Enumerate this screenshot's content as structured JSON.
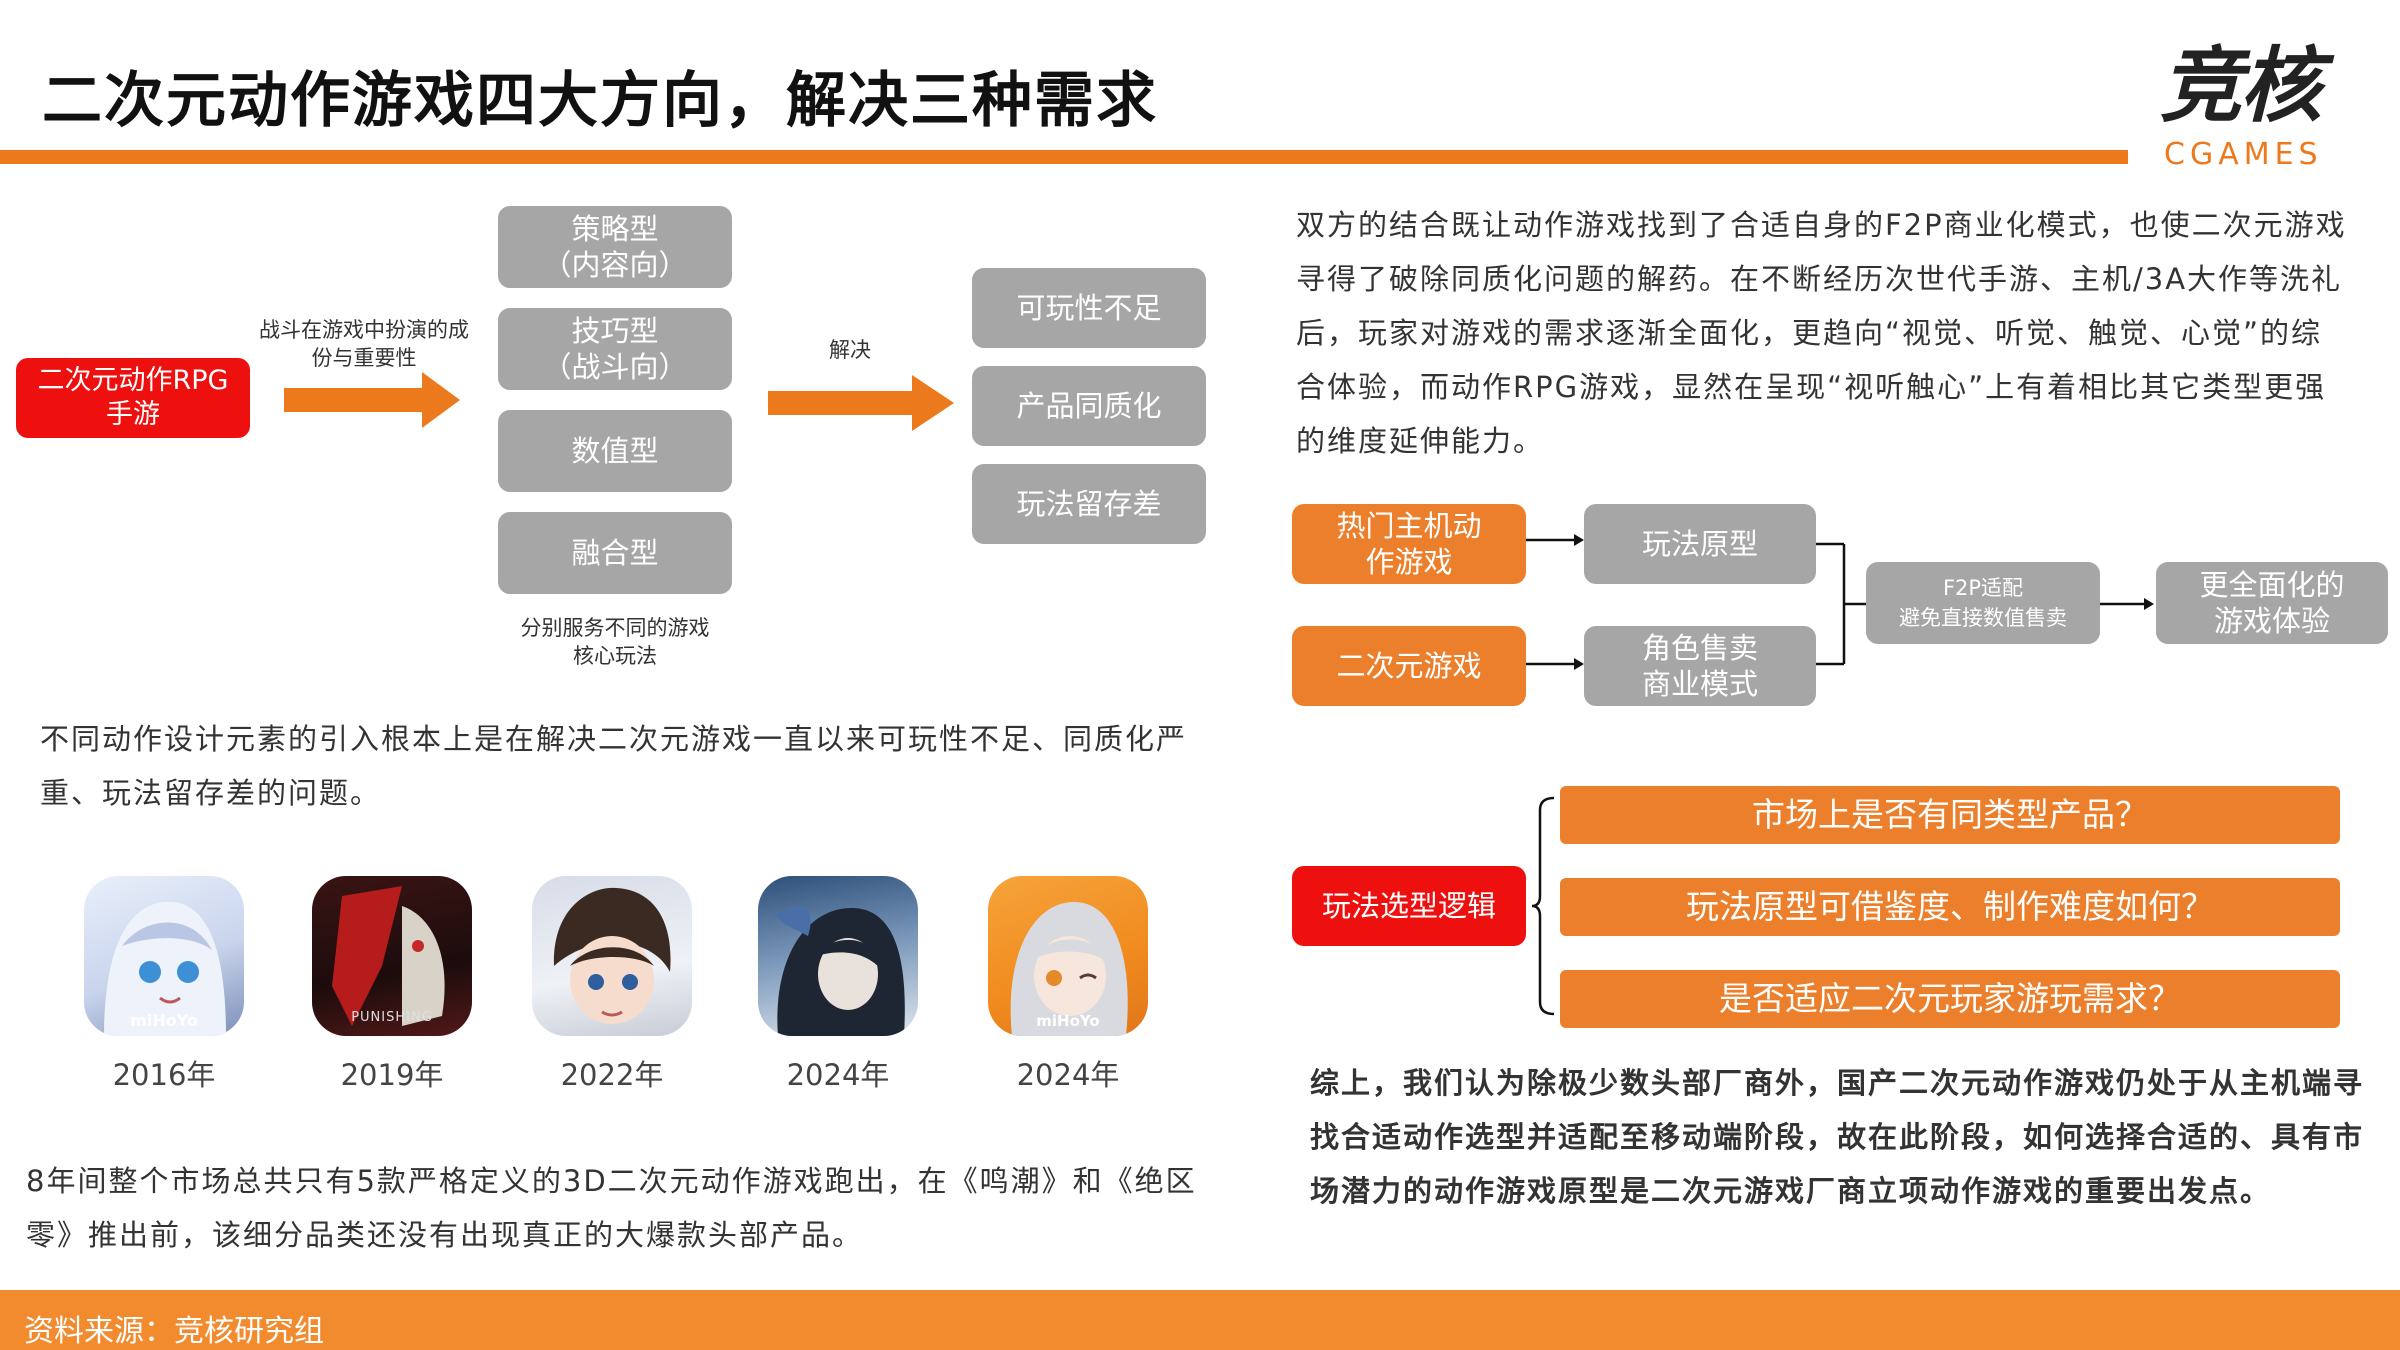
{
  "header": {
    "title": "二次元动作游戏四大方向，解决三种需求",
    "logo_main": "竞核",
    "logo_sub": "CGAMES"
  },
  "left_flow": {
    "source": "二次元动作RPG手游",
    "arrow1_label": "战斗在游戏中扮演的成份与重要性",
    "types": [
      {
        "line1": "策略型",
        "line2": "（内容向）"
      },
      {
        "line1": "技巧型",
        "line2": "（战斗向）"
      },
      {
        "line1": "数值型",
        "line2": ""
      },
      {
        "line1": "融合型",
        "line2": ""
      }
    ],
    "types_note": "分别服务不同的游戏核心玩法",
    "arrow2_label": "解决",
    "problems": [
      "可玩性不足",
      "产品同质化",
      "玩法留存差"
    ]
  },
  "left_paragraph": "不同动作设计元素的引入根本上是在解决二次元游戏一直以来可玩性不足、同质化严重、玩法留存差的问题。",
  "app_icons": [
    {
      "icon": "honkai-impact-3-icon",
      "year": "2016年",
      "brand": "miHoYo"
    },
    {
      "icon": "punishing-gray-raven-icon",
      "year": "2019年",
      "brand": "PUNISHING"
    },
    {
      "icon": "arknights-icon",
      "year": "2022年",
      "brand": ""
    },
    {
      "icon": "wuthering-waves-icon",
      "year": "2024年",
      "brand": ""
    },
    {
      "icon": "zenless-zone-zero-icon",
      "year": "2024年",
      "brand": "miHoYo"
    }
  ],
  "left_bottom_paragraph": "8年间整个市场总共只有5款严格定义的3D二次元动作游戏跑出，在《鸣潮》和《绝区零》推出前，该细分品类还没有出现真正的大爆款头部产品。",
  "right_paragraph": "双方的结合既让动作游戏找到了合适自身的F2P商业化模式，也使二次元游戏寻得了破除同质化问题的解药。在不断经历次世代手游、主机/3A大作等洗礼后，玩家对游戏的需求逐渐全面化，更趋向“视觉、听觉、触觉、心觉”的综合体验，而动作RPG游戏，显然在呈现“视听触心”上有着相比其它类型更强的维度延伸能力。",
  "right_flow": {
    "input1": "热门主机动作游戏",
    "input2": "二次元游戏",
    "mid1": "玩法原型",
    "mid2_line1": "角色售卖",
    "mid2_line2": "商业模式",
    "merge_line1": "F2P适配",
    "merge_line2": "避免直接数值售卖",
    "output": "更全面化的游戏体验"
  },
  "selection": {
    "label": "玩法选型逻辑",
    "questions": [
      "市场上是否有同类型产品？",
      "玩法原型可借鉴度、制作难度如何？",
      "是否适应二次元玩家游玩需求？"
    ]
  },
  "conclusion": "综上，我们认为除极少数头部厂商外，国产二次元动作游戏仍处于从主机端寻找合适动作选型并适配至移动端阶段，故在此阶段，如何选择合适的、具有市场潜力的动作游戏原型是二次元游戏厂商立项动作游戏的重要出发点。",
  "footer": {
    "source": "资料来源：竞核研究组"
  },
  "colors": {
    "accent_orange": "#ec7a1c",
    "box_orange": "#ec7f2b",
    "box_gray": "#a6a6a6",
    "box_red": "#ee0f0f"
  }
}
